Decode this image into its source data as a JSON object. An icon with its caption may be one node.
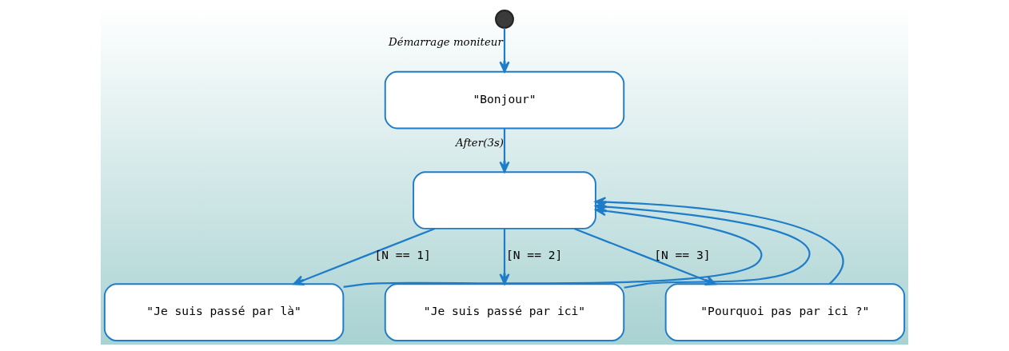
{
  "diagram": {
    "nodes": [
      {
        "text": [],
        "shape": "circle"
      },
      {
        "text": [
          "\"Bonjour\""
        ]
      },
      {
        "text": [],
        "shape": "box"
      },
      {
        "text": [
          "\"Je suis passé par là\""
        ]
      },
      {
        "text": [
          "\"Je suis passé par ici\""
        ]
      },
      {
        "text": [
          "\"Pourquoi pas par ici ?\""
        ]
      }
    ],
    "edges": [
      {
        "from": 0,
        "to": 1,
        "arrow": "to",
        "label": "Démarrage moniteur"
      },
      {
        "from": 1,
        "to": 2,
        "arrow": "to",
        "label": "After(3s)"
      },
      {
        "from": 2,
        "to": 3,
        "arrow": "to",
        "label": "[N == 1]"
      },
      {
        "from": 3,
        "to": 2,
        "arrow": "to"
      },
      {
        "from": 2,
        "to": 4,
        "arrow": "to",
        "label": "[N == 2]"
      },
      {
        "from": 4,
        "to": 2,
        "arrow": "to"
      },
      {
        "from": 2,
        "to": 5,
        "arrow": "to",
        "label": "[N == 3]"
      },
      {
        "from": 5,
        "to": 2,
        "arrow": "to"
      }
    ]
  }
}
